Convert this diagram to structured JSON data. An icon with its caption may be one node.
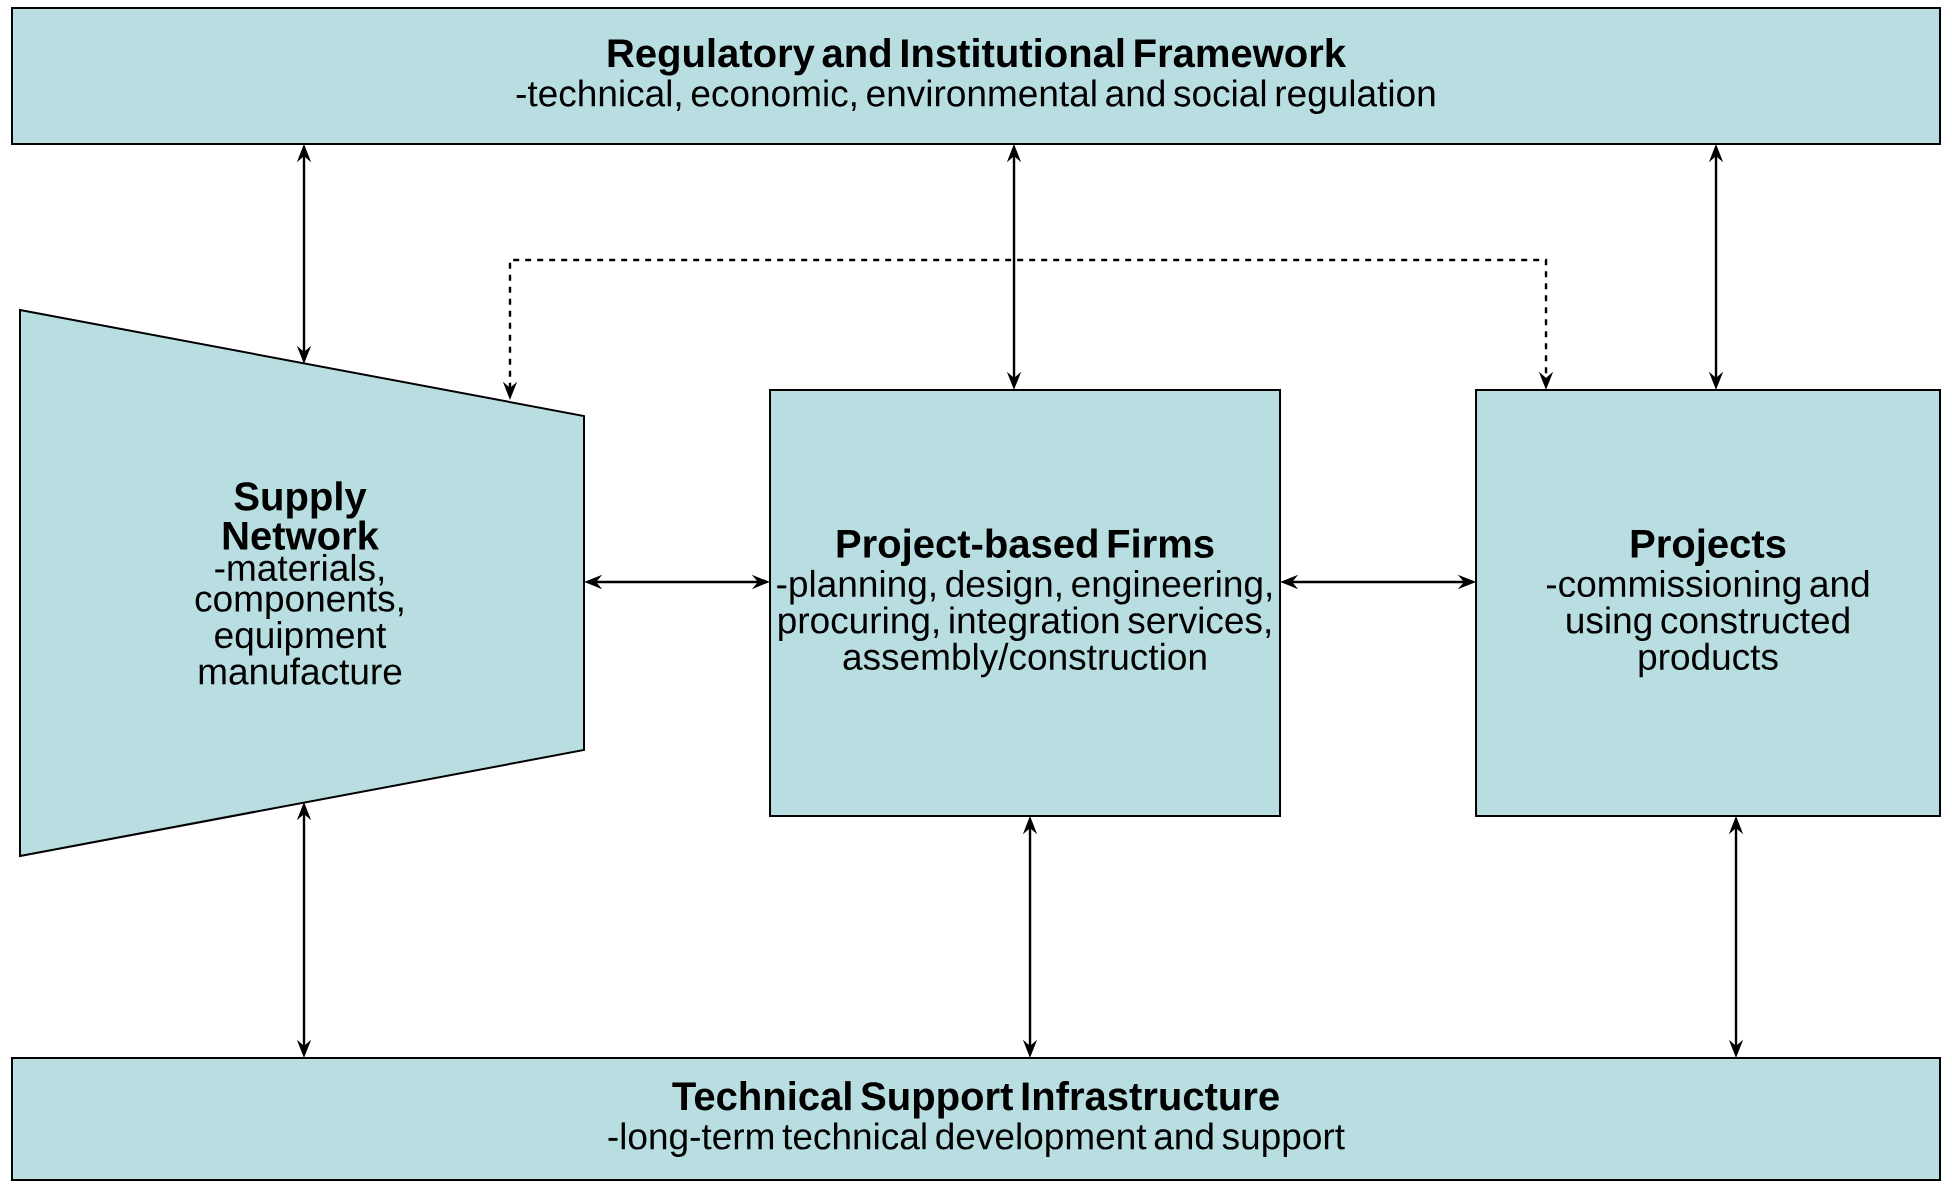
{
  "diagram": {
    "nodes": [
      {
        "text": [
          "Regulatory and Institutional Framework",
          "-technical, economic, environmental and social regulation"
        ]
      },
      {
        "text": [
          "Supply Network",
          "-materials, components, equipment manufacture"
        ]
      },
      {
        "text": [
          "Project-based Firms",
          "-planning, design, engineering, procuring, integration services, assembly/construction"
        ]
      },
      {
        "text": [
          "Projects",
          "-commissioning and using constructed products"
        ]
      },
      {
        "text": [
          "Technical Support Infrastructure",
          "-long-term technical development and support"
        ]
      }
    ],
    "edges": [
      {
        "from": 0,
        "to": 1,
        "arrow": "both"
      },
      {
        "from": 0,
        "to": 2,
        "arrow": "both"
      },
      {
        "from": 0,
        "to": 3,
        "arrow": "both"
      },
      {
        "from": 1,
        "to": 3,
        "arrow": "both",
        "style": "dashed"
      },
      {
        "from": 1,
        "to": 2,
        "arrow": "both"
      },
      {
        "from": 2,
        "to": 3,
        "arrow": "both"
      },
      {
        "from": 1,
        "to": 4,
        "arrow": "both"
      },
      {
        "from": 2,
        "to": 4,
        "arrow": "both"
      },
      {
        "from": 3,
        "to": 4,
        "arrow": "both"
      }
    ]
  }
}
